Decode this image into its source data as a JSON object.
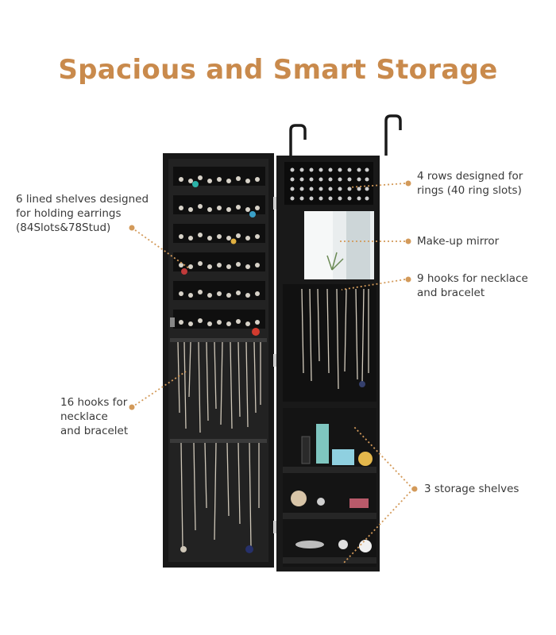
{
  "title": "Spacious and Smart Storage",
  "accent_color": "#d39a5a",
  "cabinet_color": "#1c1c1c",
  "callouts": {
    "earrings": [
      "6 lined shelves designed",
      "for holding earrings",
      "(84Slots&78Stud)"
    ],
    "hooks16": [
      "16 hooks for",
      "necklace",
      "and bracelet"
    ],
    "rings": [
      "4 rows designed for",
      "rings (40 ring slots)"
    ],
    "mirror": [
      "Make-up mirror"
    ],
    "hooks9": [
      "9 hooks for necklace",
      "and bracelet"
    ],
    "shelves": [
      "3 storage shelves"
    ]
  }
}
